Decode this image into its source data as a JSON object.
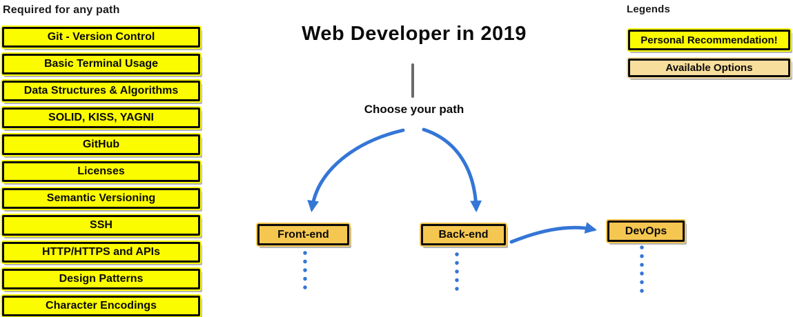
{
  "left_panel": {
    "title": "Required for any path",
    "items": [
      "Git - Version Control",
      "Basic Terminal Usage",
      "Data Structures & Algorithms",
      "SOLID, KISS, YAGNI",
      "GitHub",
      "Licenses",
      "Semantic Versioning",
      "SSH",
      "HTTP/HTTPS and APIs",
      "Design Patterns",
      "Character Encodings"
    ]
  },
  "center": {
    "title": "Web Developer in 2019",
    "subtitle": "Choose your path",
    "nodes": [
      {
        "label": "Front-end"
      },
      {
        "label": "Back-end"
      },
      {
        "label": "DevOps"
      }
    ]
  },
  "legend": {
    "title": "Legends",
    "items": [
      {
        "label": "Personal Recommendation!",
        "fill": "#FCFC00"
      },
      {
        "label": "Available Options",
        "fill": "#F8DE9C"
      }
    ]
  },
  "colors": {
    "required_fill": "#FCFC00",
    "path_fill": "#F6C750",
    "arrow_blue": "#3476D6",
    "divider_gray": "#6A6A6A",
    "border_black": "#0A0A0A"
  }
}
